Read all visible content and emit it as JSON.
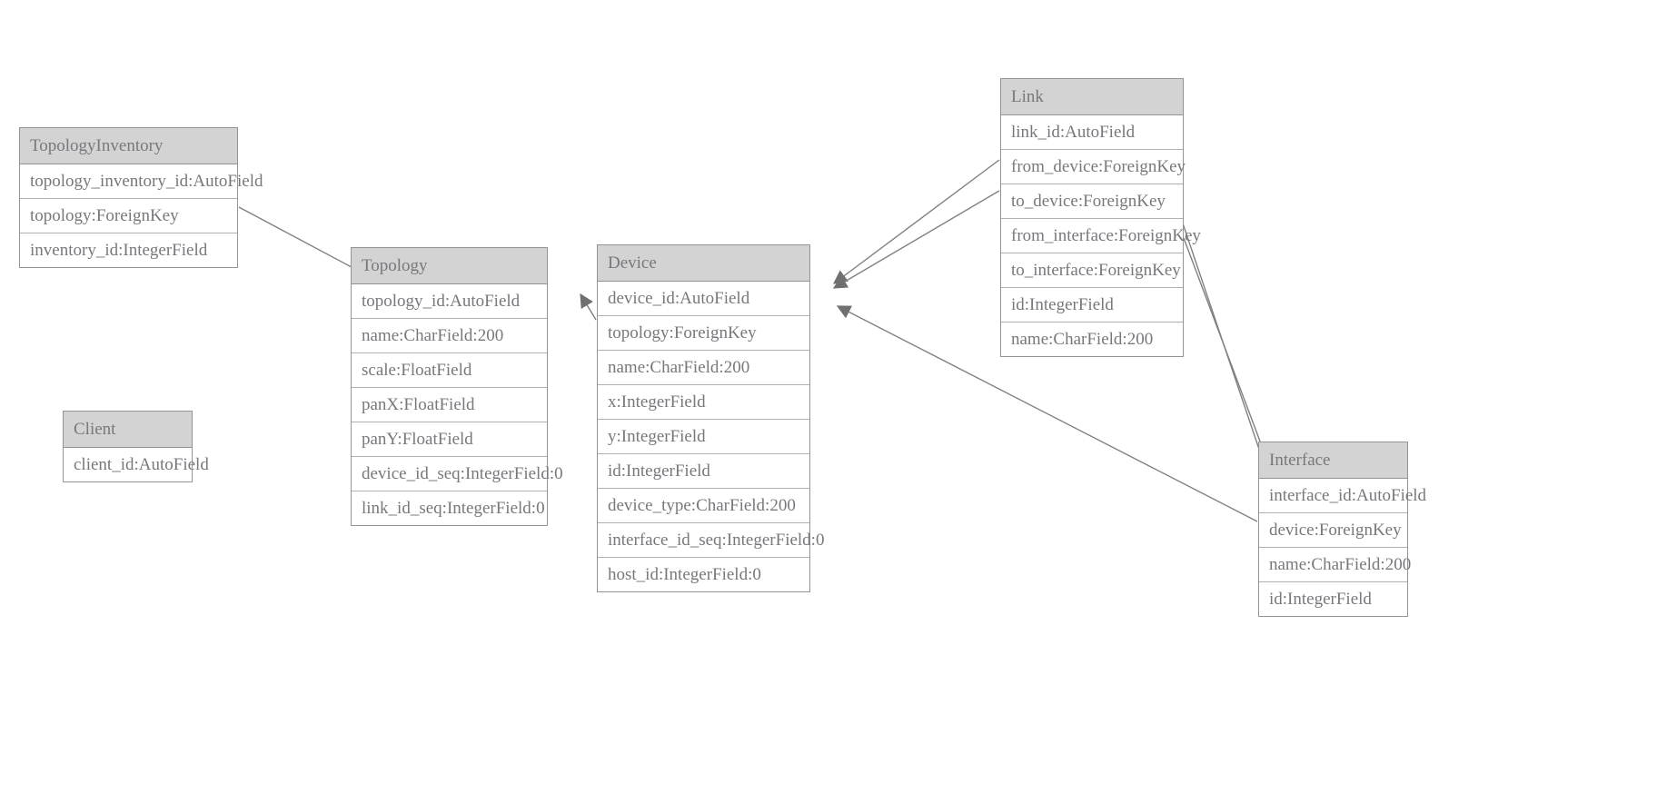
{
  "diagram": {
    "type": "entity-relationship-class-diagram",
    "title": "Django models ER diagram",
    "colors": {
      "header_fill": "#d3d3d3",
      "box_fill": "#ffffff",
      "border": "#949494",
      "text": "#77787c",
      "edge": "#808080",
      "arrowhead": "#707070",
      "background": "#ffffff"
    },
    "entities": [
      {
        "id": "topologyinventory",
        "name": "TopologyInventory",
        "fields": [
          "topology_inventory_id:AutoField",
          "topology:ForeignKey",
          "inventory_id:IntegerField"
        ]
      },
      {
        "id": "topology",
        "name": "Topology",
        "fields": [
          "topology_id:AutoField",
          "name:CharField:200",
          "scale:FloatField",
          "panX:FloatField",
          "panY:FloatField",
          "device_id_seq:IntegerField:0",
          "link_id_seq:IntegerField:0"
        ]
      },
      {
        "id": "client",
        "name": "Client",
        "fields": [
          "client_id:AutoField"
        ]
      },
      {
        "id": "device",
        "name": "Device",
        "fields": [
          "device_id:AutoField",
          "topology:ForeignKey",
          "name:CharField:200",
          "x:IntegerField",
          "y:IntegerField",
          "id:IntegerField",
          "device_type:CharField:200",
          "interface_id_seq:IntegerField:0",
          "host_id:IntegerField:0"
        ]
      },
      {
        "id": "link",
        "name": "Link",
        "fields": [
          "link_id:AutoField",
          "from_device:ForeignKey",
          "to_device:ForeignKey",
          "from_interface:ForeignKey",
          "to_interface:ForeignKey",
          "id:IntegerField",
          "name:CharField:200"
        ]
      },
      {
        "id": "interface",
        "name": "Interface",
        "fields": [
          "interface_id:AutoField",
          "device:ForeignKey",
          "name:CharField:200",
          "id:IntegerField"
        ]
      }
    ],
    "relationships": [
      {
        "from": "topologyinventory",
        "to": "topology",
        "label": "topology:ForeignKey"
      },
      {
        "from": "device",
        "to": "topology",
        "label": "topology:ForeignKey"
      },
      {
        "from": "link",
        "to": "device",
        "label": "from_device:ForeignKey"
      },
      {
        "from": "link",
        "to": "device",
        "label": "to_device:ForeignKey"
      },
      {
        "from": "interface",
        "to": "device",
        "label": "device:ForeignKey"
      },
      {
        "from": "link",
        "to": "interface",
        "label": "from_interface:ForeignKey"
      },
      {
        "from": "link",
        "to": "interface",
        "label": "to_interface:ForeignKey"
      }
    ]
  }
}
